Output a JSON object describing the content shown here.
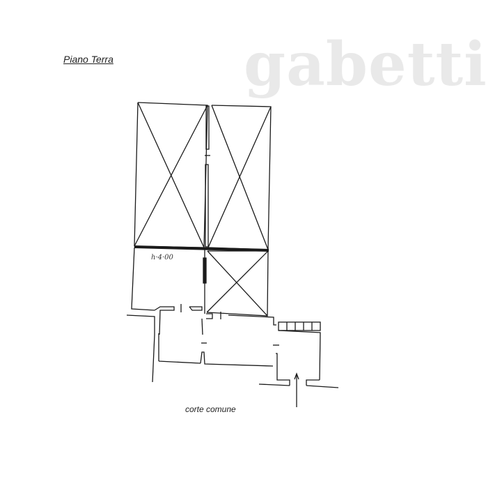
{
  "plan": {
    "title": "Piano Terra",
    "watermark": "gabetti",
    "height_note": "h·4·00",
    "courtyard_label": "corte comune",
    "line_color": "#1a1a1a"
  }
}
